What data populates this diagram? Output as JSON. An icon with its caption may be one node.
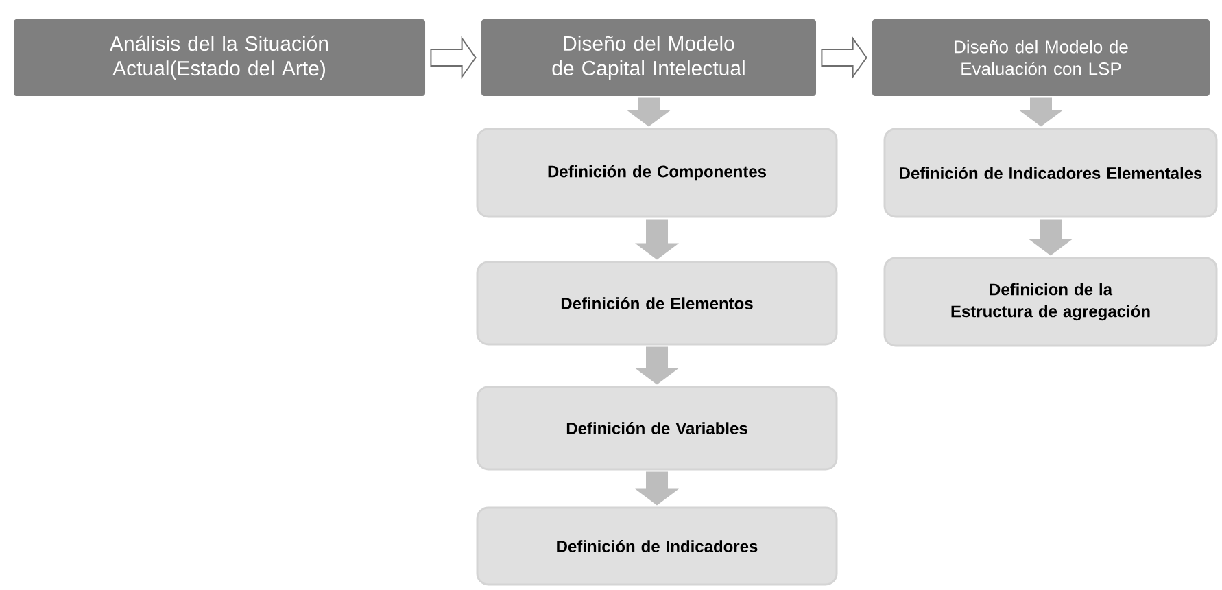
{
  "diagram": {
    "nodes": [
      {
        "text": [
          "Análisis del la Situación Actual(Estado del Arte)"
        ]
      },
      {
        "text": [
          "Diseño del Modelo de Capital Intelectual"
        ]
      },
      {
        "text": [
          "Diseño del Modelo de Evaluación con LSP"
        ]
      },
      {
        "text": [
          "Definición de Componentes"
        ]
      },
      {
        "text": [
          "Definición de Elementos"
        ]
      },
      {
        "text": [
          "Definición de Variables"
        ]
      },
      {
        "text": [
          "Definición de Indicadores"
        ]
      },
      {
        "text": [
          "Definición de Indicadores Elementales"
        ]
      },
      {
        "text": [
          "Definicion de la Estructura de agregación"
        ]
      }
    ],
    "edges": [
      {
        "from": 0,
        "to": 1,
        "arrow": "to"
      },
      {
        "from": 1,
        "to": 2,
        "arrow": "to"
      },
      {
        "from": 1,
        "to": 3,
        "arrow": "to"
      },
      {
        "from": 3,
        "to": 4,
        "arrow": "to"
      },
      {
        "from": 4,
        "to": 5,
        "arrow": "to"
      },
      {
        "from": 5,
        "to": 6,
        "arrow": "to"
      },
      {
        "from": 2,
        "to": 7,
        "arrow": "to"
      },
      {
        "from": 7,
        "to": 8,
        "arrow": "to"
      }
    ]
  }
}
